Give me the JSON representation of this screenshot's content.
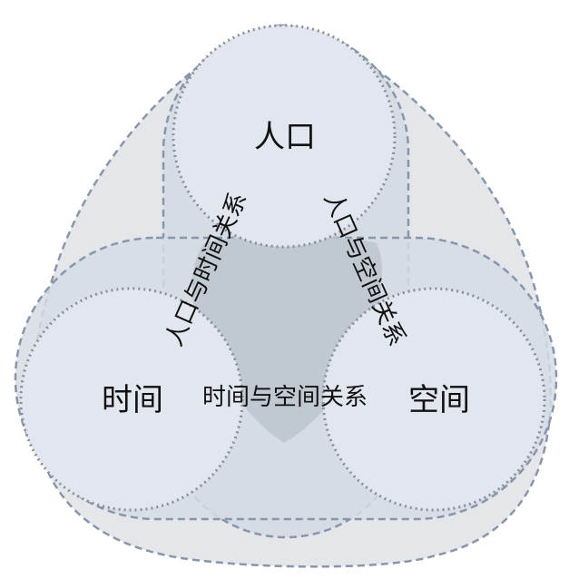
{
  "labels": {
    "population": "人口",
    "time": "时间",
    "space": "空间",
    "population_time": "人口与时间关系",
    "population_space": "人口与空间关系",
    "time_space": "时间与空间关系"
  },
  "colors": {
    "outer_fill": "#e4e6ea",
    "band_fill": "#d6dce4",
    "band_overlap": "#c7cfd9",
    "center_fill": "#bcc4ce",
    "inner_circle_fill": "#e1e6ef",
    "dashed_stroke": "#8796ab",
    "dotted_stroke": "#8a8f96"
  }
}
